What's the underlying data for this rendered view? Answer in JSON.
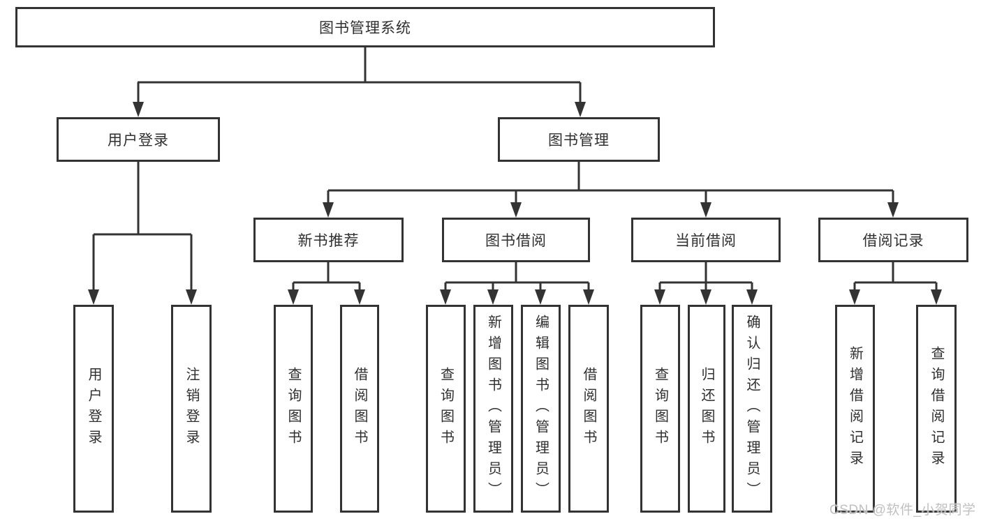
{
  "diagram": {
    "root": {
      "label": "图书管理系统"
    },
    "level2": [
      {
        "id": "user-login",
        "label": "用户登录"
      },
      {
        "id": "book-management",
        "label": "图书管理"
      }
    ],
    "level3": [
      {
        "id": "new-book-recommend",
        "label": "新书推荐"
      },
      {
        "id": "book-borrow",
        "label": "图书借阅"
      },
      {
        "id": "current-borrow",
        "label": "当前借阅"
      },
      {
        "id": "borrow-records",
        "label": "借阅记录"
      }
    ],
    "leaves": [
      {
        "parent": "用户登录",
        "label": "用户登录"
      },
      {
        "parent": "用户登录",
        "label": "注销登录"
      },
      {
        "parent": "新书推荐",
        "label": "查询图书"
      },
      {
        "parent": "新书推荐",
        "label": "借阅图书"
      },
      {
        "parent": "图书借阅",
        "label": "查询图书"
      },
      {
        "parent": "图书借阅",
        "label": "新增图书（管理员）"
      },
      {
        "parent": "图书借阅",
        "label": "编辑图书（管理员）"
      },
      {
        "parent": "图书借阅",
        "label": "借阅图书"
      },
      {
        "parent": "当前借阅",
        "label": "查询图书"
      },
      {
        "parent": "当前借阅",
        "label": "归还图书"
      },
      {
        "parent": "当前借阅",
        "label": "确认归还（管理员）"
      },
      {
        "parent": "借阅记录",
        "label": "新增借阅记录"
      },
      {
        "parent": "借阅记录",
        "label": "查询借阅记录"
      }
    ]
  },
  "watermark": {
    "text": "CSDN @软件_小贺同学"
  },
  "colors": {
    "line": "#333333",
    "text": "#2f2f2f",
    "watermark": "#c0c0c0",
    "background": "#ffffff"
  }
}
